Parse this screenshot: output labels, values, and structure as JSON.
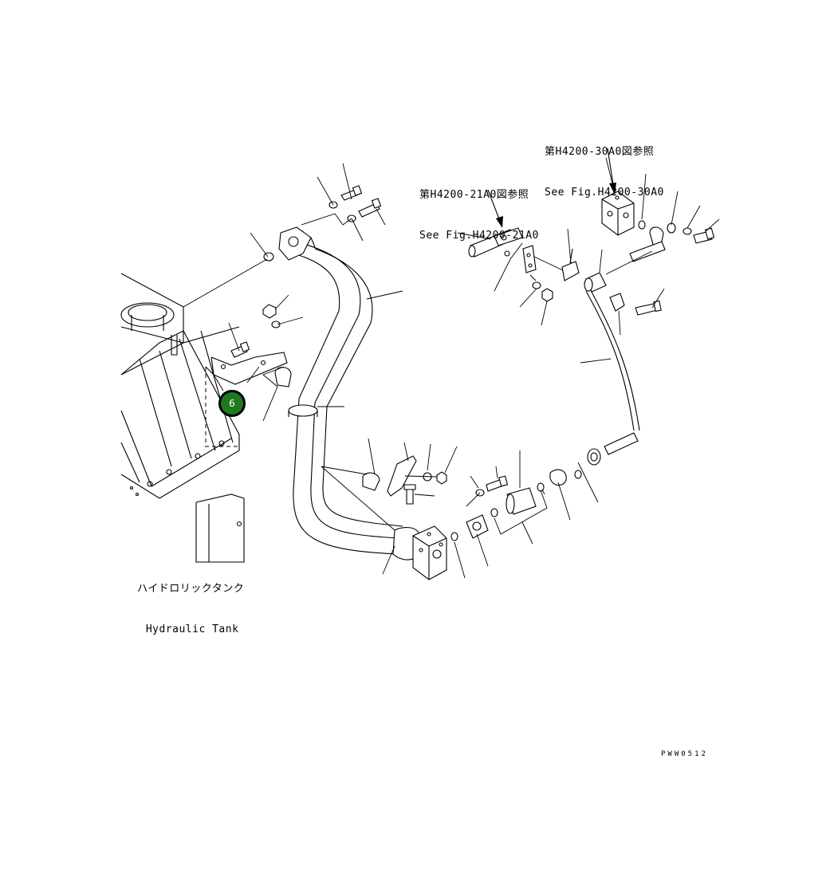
{
  "references": [
    {
      "jp": "第H4200-30A0図参照",
      "en": "See Fig.H4200-30A0"
    },
    {
      "jp": "第H4200-21A0図参照",
      "en": "See Fig.H4200-21A0"
    }
  ],
  "tank_label": {
    "jp": "ハイドロリックタンク",
    "en": "Hydraulic Tank"
  },
  "callout": {
    "number": "6",
    "color": "#1e7a1e"
  },
  "drawing_code": "PWW0512"
}
